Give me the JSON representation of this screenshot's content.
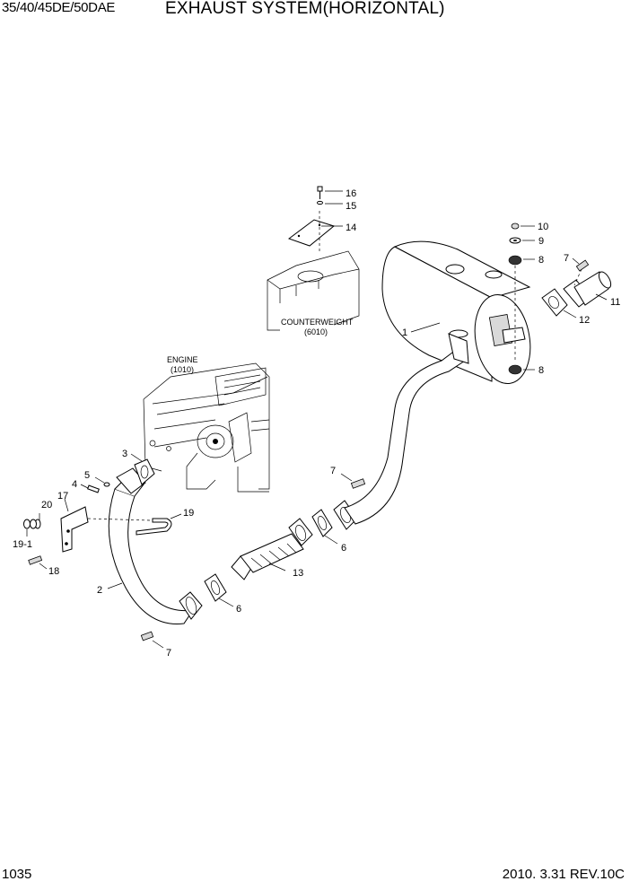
{
  "header": {
    "model": "35/40/45DE/50DAE",
    "title": "EXHAUST SYSTEM(HORIZONTAL)"
  },
  "footer": {
    "page_number": "1035",
    "revision": "2010. 3.31 REV.10C"
  },
  "reference_labels": {
    "engine": "ENGINE",
    "engine_code": "(1010)",
    "counterweight": "COUNTERWEIGHT",
    "counterweight_code": "(6010)"
  },
  "callouts": {
    "c1": "1",
    "c2": "2",
    "c3": "3",
    "c4": "4",
    "c5": "5",
    "c6a": "6",
    "c6b": "6",
    "c7a": "7",
    "c7b": "7",
    "c7c": "7",
    "c8a": "8",
    "c8b": "8",
    "c9": "9",
    "c10": "10",
    "c11": "11",
    "c12": "12",
    "c13": "13",
    "c14": "14",
    "c15": "15",
    "c16": "16",
    "c17": "17",
    "c18": "18",
    "c19": "19",
    "c19_1": "19-1",
    "c20": "20"
  }
}
